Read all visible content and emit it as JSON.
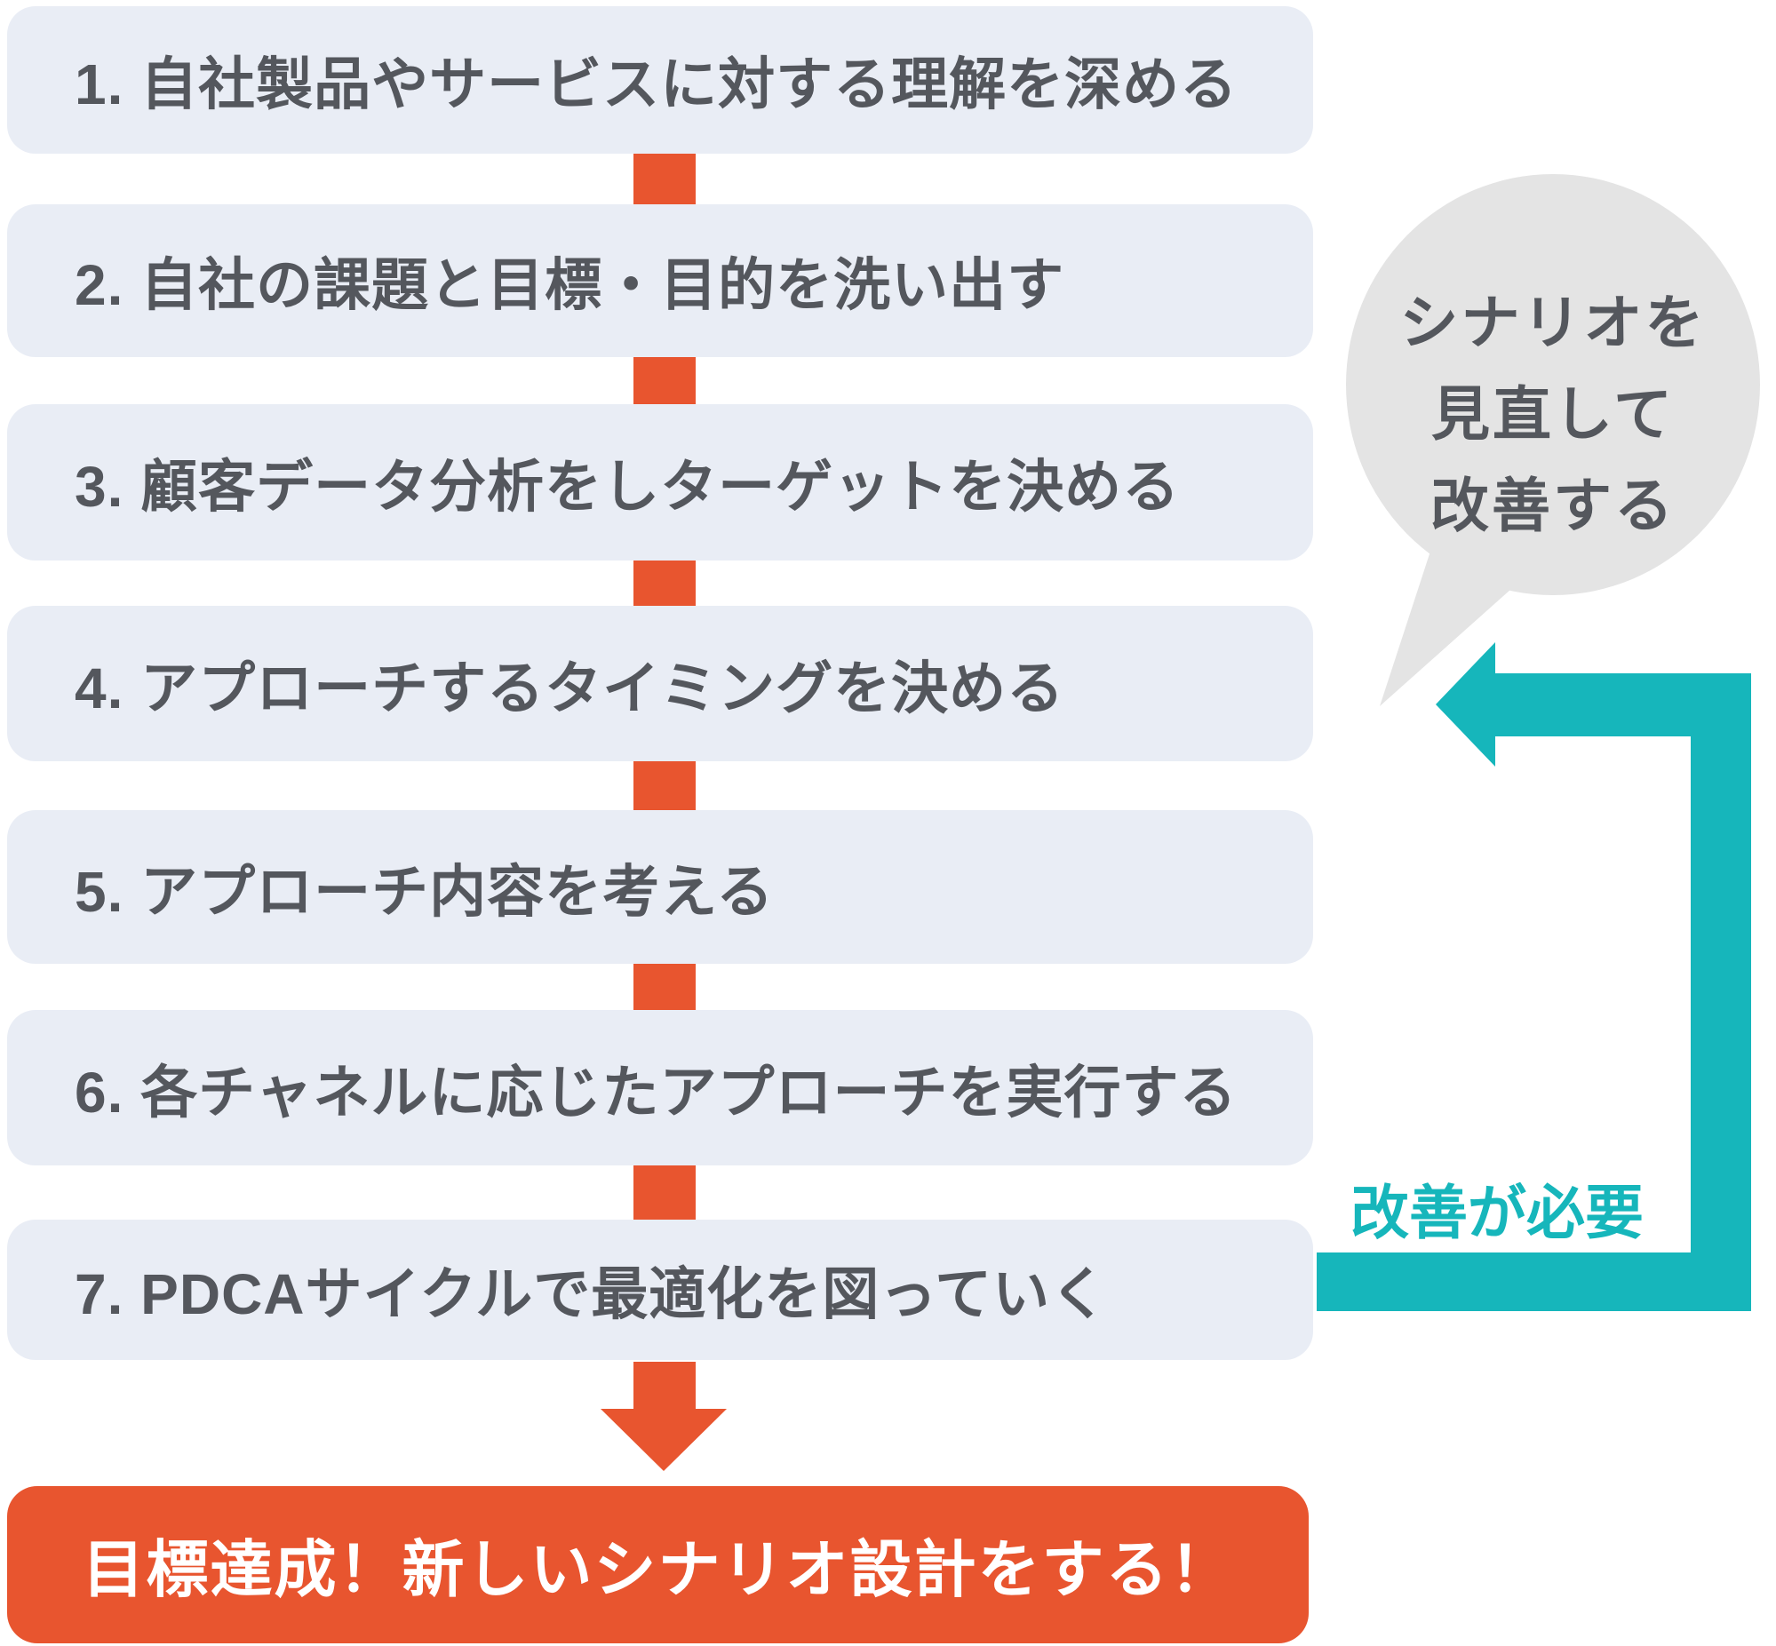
{
  "colors": {
    "accent_orange": "#E8552F",
    "teal": "#16B6BB",
    "step_box_fill": "#E9EDF5",
    "step_text": "#54575D",
    "bubble_fill": "#E4E4E4",
    "goal_text": "#FFFFFF"
  },
  "steps": [
    {
      "label": "1. 自社製品やサービスに対する理解を深める"
    },
    {
      "label": "2. 自社の課題と目標・目的を洗い出す"
    },
    {
      "label": "3. 顧客データ分析をしターゲットを決める"
    },
    {
      "label": "4. アプローチするタイミングを決める"
    },
    {
      "label": "5. アプローチ内容を考える"
    },
    {
      "label": "6. 各チャネルに応じたアプローチを実行する"
    },
    {
      "label": "7. PDCAサイクルで最適化を図っていく"
    }
  ],
  "goal": {
    "label": "目標達成！新しいシナリオ設計をする！"
  },
  "feedback_loop": {
    "bubble_lines": [
      "シナリオを",
      "見直して",
      "改善する"
    ],
    "arrow_label": "改善が必要"
  }
}
